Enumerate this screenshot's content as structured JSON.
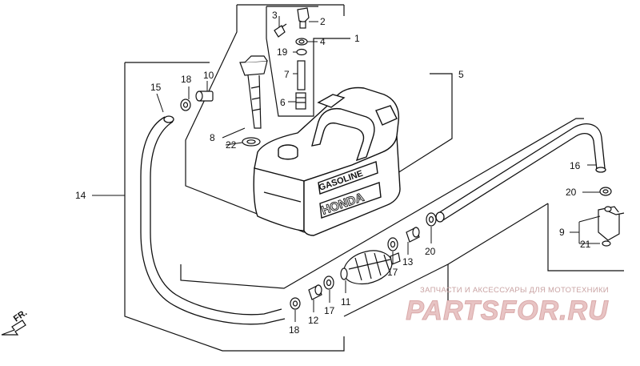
{
  "tank": {
    "label_gasoline": "GASOLINE",
    "label_honda": "HONDA"
  },
  "direction": {
    "label": "FR."
  },
  "callouts": {
    "c1": "1",
    "c2": "2",
    "c3": "3",
    "c4": "4",
    "c5": "5",
    "c6": "6",
    "c7": "7",
    "c8": "8",
    "c9": "9",
    "c10": "10",
    "c11": "11",
    "c12": "12",
    "c13": "13",
    "c14": "14",
    "c15": "15",
    "c16": "16",
    "c17a": "17",
    "c17b": "17",
    "c18a": "18",
    "c18b": "18",
    "c19": "19",
    "c20a": "20",
    "c20b": "20",
    "c21": "21",
    "c22": "22"
  },
  "watermark": {
    "tagline": "ЗАПЧАСТИ И АКСЕССУАРЫ ДЛЯ МОТОТЕХНИКИ",
    "logo": "PARTSFOR.RU"
  }
}
